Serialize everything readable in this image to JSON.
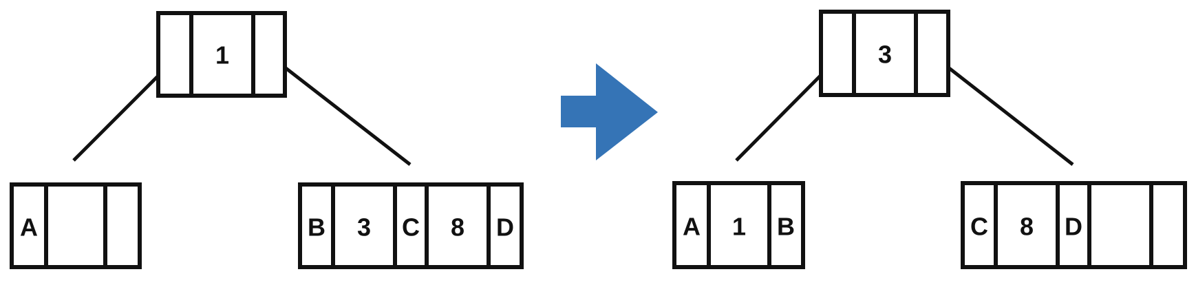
{
  "colors": {
    "ink": "#111111",
    "arrow": "#3574B6",
    "background": "#ffffff"
  },
  "before": {
    "root": {
      "key": "1"
    },
    "left_leaf": {
      "pointer": "A",
      "key": "",
      "pointer_2": ""
    },
    "right_leaf": {
      "pointer_1": "B",
      "key_1": "3",
      "pointer_2": "C",
      "key_2": "8",
      "pointer_3": "D"
    }
  },
  "transition": {
    "icon": "right-arrow-icon"
  },
  "after": {
    "root": {
      "key": "3"
    },
    "left_leaf": {
      "pointer_1": "A",
      "key": "1",
      "pointer_2": "B"
    },
    "right_leaf": {
      "pointer_1": "C",
      "key_1": "8",
      "pointer_2": "D",
      "key_2": "",
      "pointer_3": ""
    }
  }
}
